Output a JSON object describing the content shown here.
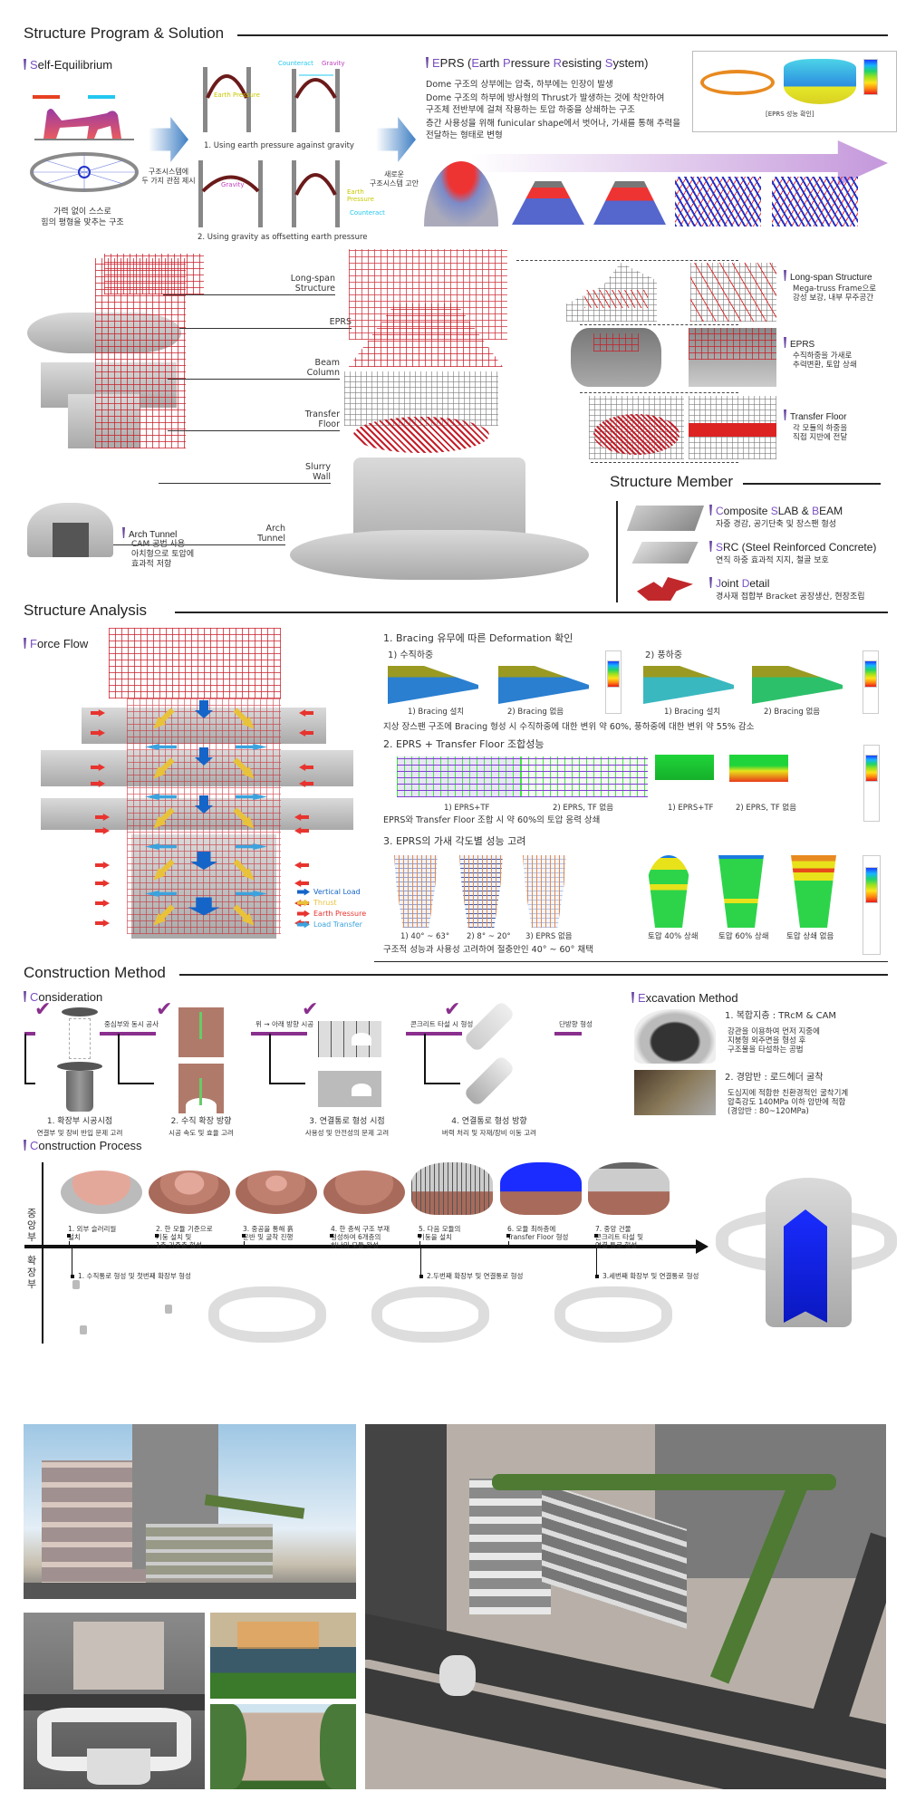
{
  "sections": {
    "program": "Structure Program & Solution",
    "member": "Structure Member",
    "analysis": "Structure Analysis",
    "method": "Construction Method"
  },
  "self_equilibrium": {
    "title_initial": "S",
    "title_rest": "elf-Equilibrium",
    "caption": [
      "가력 없이 스스로",
      "힘의 평형을 맞추는 구조"
    ],
    "arrow1_text": [
      "구조시스템에",
      "두 가지 관점 제시"
    ],
    "arrow2_text": [
      "새로운",
      "구조시스템 고안"
    ]
  },
  "arch_diagrams": {
    "labels": {
      "earth_pressure": "Earth Pressure",
      "counteract": "Counteract",
      "gravity": "Gravity"
    },
    "caption1": "1. Using earth pressure against gravity",
    "caption2": "2. Using gravity as offsetting earth pressure"
  },
  "eprs": {
    "title": "EPRS (Earth Pressure Resisting System)",
    "title_parts": [
      {
        "text": "E",
        "hl": true
      },
      {
        "text": "PRS (",
        "hl": false
      },
      {
        "text": "E",
        "hl": true
      },
      {
        "text": "arth ",
        "hl": false
      },
      {
        "text": "P",
        "hl": true
      },
      {
        "text": "ressure ",
        "hl": false
      },
      {
        "text": "R",
        "hl": true
      },
      {
        "text": "esisting ",
        "hl": false
      },
      {
        "text": "S",
        "hl": true
      },
      {
        "text": "ystem)",
        "hl": false
      }
    ],
    "lines": [
      "Dome 구조의 상부에는 압축, 하부에는 인장이 발생",
      "Dome 구조의 하부에 방사형의 Thrust가 발생하는 것에 착안하여",
      "구조체 전반부에 걸쳐 작용하는 토압 하중을 상쇄하는 구조",
      "층간 사용성을 위해 funicular shape에서 벗어나, 가새를 통해 추력을",
      "전달하는 형태로 변형"
    ],
    "inset_caption": "[EPRS 성능 확인]"
  },
  "exploded": {
    "callouts": [
      {
        "label": [
          "Long-span",
          "Structure"
        ]
      },
      {
        "label": [
          "EPRS"
        ]
      },
      {
        "label": [
          "Beam",
          "Column"
        ]
      },
      {
        "label": [
          "Transfer",
          "Floor"
        ]
      },
      {
        "label": [
          "Slurry",
          "Wall"
        ]
      },
      {
        "label": [
          "Arch",
          "Tunnel"
        ]
      }
    ],
    "arch_tunnel": {
      "title": "Arch Tunnel",
      "lines": [
        "CAM 공법 사용",
        "아치형으로 토압에",
        "효과적 저항"
      ]
    }
  },
  "subsystems": [
    {
      "title": "Long-span Structure",
      "lines": [
        "Mega-truss Frame으로",
        "강성 보강, 내부 무주공간"
      ]
    },
    {
      "title": "EPRS",
      "lines": [
        "수직하중을 가새로",
        "추력변환, 토압 상쇄"
      ]
    },
    {
      "title": "Transfer Floor",
      "lines": [
        "각 모듈의 하중을",
        "직접 지반에 전달"
      ]
    }
  ],
  "members": [
    {
      "parts": [
        {
          "text": "C",
          "hl": true
        },
        {
          "text": "omposite ",
          "hl": false
        },
        {
          "text": "S",
          "hl": true
        },
        {
          "text": "LAB & ",
          "hl": false
        },
        {
          "text": "B",
          "hl": true
        },
        {
          "text": "EAM",
          "hl": false
        }
      ],
      "desc": "자중 경감, 공기단축 및 장스팬 형성"
    },
    {
      "parts": [
        {
          "text": "S",
          "hl": true
        },
        {
          "text": "RC (Steel Reinforced Concrete)",
          "hl": false
        }
      ],
      "desc": "연직 하중 효과적 지지, 철골 보호"
    },
    {
      "parts": [
        {
          "text": "J",
          "hl": true
        },
        {
          "text": "oint ",
          "hl": false
        },
        {
          "text": "D",
          "hl": true
        },
        {
          "text": "etail",
          "hl": false
        }
      ],
      "desc": "경사재 접합부 Bracket 공장생산, 현장조립"
    }
  ],
  "force_flow": {
    "title_initial": "F",
    "title_rest": "orce Flow",
    "legend": [
      {
        "label": "Vertical Load",
        "color": "#1565c8"
      },
      {
        "label": "Thrust",
        "color": "#e8c23a"
      },
      {
        "label": "Earth Pressure",
        "color": "#e8332e"
      },
      {
        "label": "Load Transfer",
        "color": "#3aa3de"
      }
    ]
  },
  "analysis": {
    "a1": {
      "title": "1. Bracing 유무에 따른 Deformation 확인",
      "groups": [
        {
          "label": "1) 수직하중",
          "captions": [
            "1) Bracing 설치",
            "2) Bracing 없음"
          ]
        },
        {
          "label": "2) 풍하중",
          "captions": [
            "1) Bracing 설치",
            "2) Bracing 없음"
          ]
        }
      ],
      "conclusion": "지상 장스팬 구조에 Bracing 형성 시 수직하중에 대한 변위 약 60%, 풍하중에 대한 변위 약 55% 감소"
    },
    "a2": {
      "title": "2. EPRS + Transfer Floor 조합성능",
      "captions": [
        "1) EPRS+TF",
        "2) EPRS, TF 없음",
        "1) EPRS+TF",
        "2) EPRS, TF 없음"
      ],
      "conclusion": "EPRS와 Transfer Floor 조합 시 약 60%의 토압 응력 상쇄"
    },
    "a3": {
      "title": "3. EPRS의 가새 각도별 성능 고려",
      "captions": [
        "1) 40° ~ 63°",
        "2) 8° ~ 20°",
        "3) EPRS 없음"
      ],
      "towers": [
        "토압 40% 상쇄",
        "토압 60% 상쇄",
        "토압 상쇄 없음"
      ],
      "conclusion": "구조적 성능과 사용성 고려하여 절충안인 40° ~ 60° 채택"
    }
  },
  "consideration": {
    "title_initial": "C",
    "title_rest": "onsideration",
    "connectors": [
      "중심부와 동시 공사",
      "위 → 아래 방향 시공",
      "콘크리트 타설 시 형성",
      "단방향 형성"
    ],
    "items": [
      {
        "title": "1. 확장부 시공시점",
        "desc": "연결부 및 장비 반입 문제 고려"
      },
      {
        "title": "2. 수직 확장 방향",
        "desc": "시공 속도 및 효율 고려"
      },
      {
        "title": "3. 연결통로 형성 시점",
        "desc": "사용성 및 안전성의 문제 고려"
      },
      {
        "title": "4. 연결통로 형성 방향",
        "desc": "버력 처리 및 자재/장비 이동 고려"
      }
    ]
  },
  "excavation": {
    "title_initial": "E",
    "title_rest": "xcavation Method",
    "items": [
      {
        "title": "1. 복합지층 : TRcM & CAM",
        "lines": [
          "강관을 이용하여 먼저 지중에",
          "지붕형 외주면을 형성 후",
          "구조물을 타설하는 공법"
        ]
      },
      {
        "title": "2. 경암반 : 로드헤더 굴착",
        "lines": [
          "도심지에 적합한 친환경적인 굴착기계",
          "압축강도 140MPa 이하 암반에 적합",
          "(경암반 : 80~120MPa)"
        ]
      }
    ]
  },
  "process": {
    "title_initial": "C",
    "title_rest": "onstruction Process",
    "row_labels": {
      "center": [
        "중",
        "앙",
        "부"
      ],
      "expansion": [
        "확",
        "장",
        "부"
      ]
    },
    "center_steps": [
      [
        "1. 외부 슬러리월",
        "설치"
      ],
      [
        "2. 한 모듈 기준으로",
        "기둥 설치 및",
        "1층 기준층 형성"
      ],
      [
        "3. 중공을 통해 흙",
        "운반 및 굴착 진행"
      ],
      [
        "4. 한 층씩 구조 부재",
        "형성하여 6개층의",
        "하나의 모듈 완성"
      ],
      [
        "5. 다음 모듈의",
        "기둥을 설치"
      ],
      [
        "6. 모듈 최하층에",
        "Transfer Floor 형성"
      ],
      [
        "7. 중앙 건물",
        "콘크리트 타설 및",
        "연결 통로 형성"
      ]
    ],
    "expansion_steps": [
      "1. 수직통로 형성 및 첫번째 확장부 형성",
      "2.두번째 확장부 및 연결통로 형성",
      "3.세번째 확장부 및 연결통로 형성"
    ]
  },
  "renders": {
    "views": [
      "street-view",
      "aerial-underground-view",
      "atrium-view",
      "courtyard-view",
      "site-aerial-view"
    ]
  }
}
